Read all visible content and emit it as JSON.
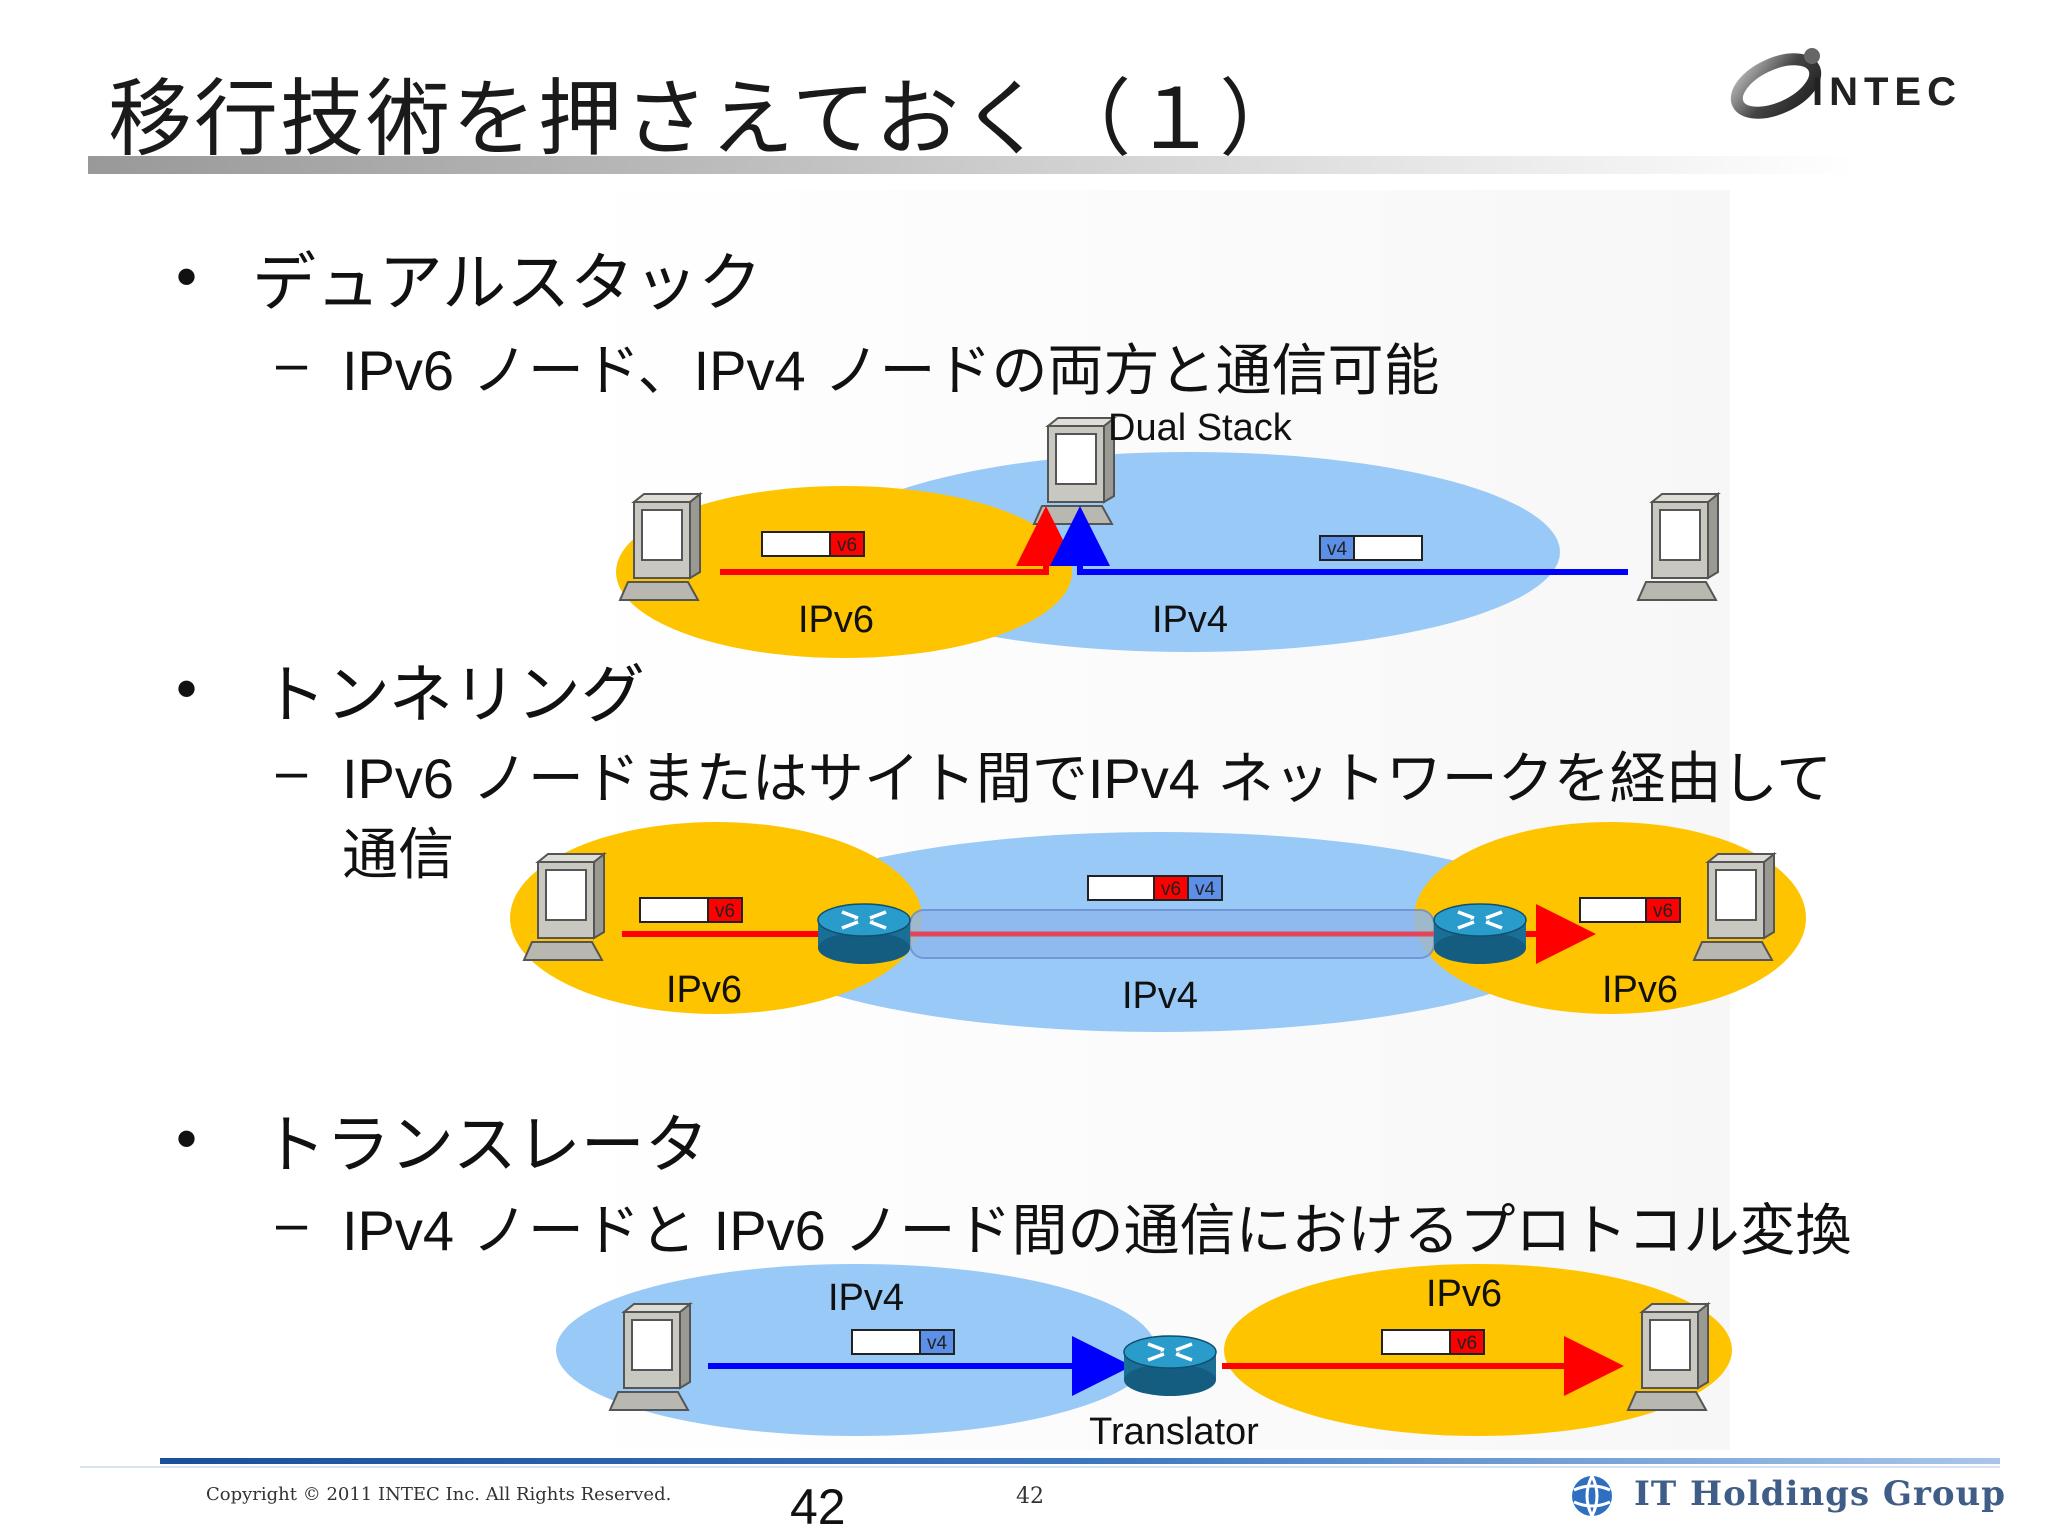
{
  "slide": {
    "title": "移行技術を押さえておく（１）",
    "logo_text": "INTEC",
    "copyright": "Copyright © 2011 INTEC Inc. All Rights Reserved.",
    "page_number_large": "42",
    "page_number_small": "42",
    "group_logo_text": "IT Holdings Group"
  },
  "sections": [
    {
      "bullet_mark": "•",
      "heading": "デュアルスタック",
      "sub_mark": "–",
      "sub_prefix": "IPv6",
      "sub_middle": " ノード、",
      "sub_prefix2": "IPv4",
      "sub_rest": " ノードの両方と通信可能"
    },
    {
      "bullet_mark": "•",
      "heading": "トンネリング",
      "sub_mark": "–",
      "sub_prefix": "IPv6",
      "sub_middle": " ノードまたはサイト間で",
      "sub_prefix2": "IPv4",
      "sub_rest": " ネットワークを経由して",
      "sub_line2": "通信"
    },
    {
      "bullet_mark": "•",
      "heading": "トランスレータ",
      "sub_mark": "–",
      "sub_prefix": "IPv4",
      "sub_middle": " ノードと ",
      "sub_prefix2": "IPv6",
      "sub_rest": " ノード間の通信におけるプロトコル変換"
    }
  ],
  "diagrams": {
    "dual_stack": {
      "node_label": "Dual Stack",
      "left_net": "IPv6",
      "right_net": "IPv4",
      "packet_left": "v6",
      "packet_right": "v4"
    },
    "tunneling": {
      "left_net": "IPv6",
      "middle_net": "IPv4",
      "right_net": "IPv6",
      "packet_left": "v6",
      "packet_mid_a": "v6",
      "packet_mid_b": "v4",
      "packet_right": "v6"
    },
    "translator": {
      "left_net": "IPv4",
      "right_net": "IPv6",
      "device_label": "Translator",
      "packet_left": "v4",
      "packet_right": "v6"
    }
  },
  "colors": {
    "ipv6_area": "#FFC400",
    "ipv4_area": "#99C9F7",
    "ipv6_flow": "#FF0000",
    "ipv4_flow": "#0000FF",
    "v6_tag": "#FF0000",
    "v4_tag": "#5B8FE8",
    "router": "#1B86B3"
  }
}
